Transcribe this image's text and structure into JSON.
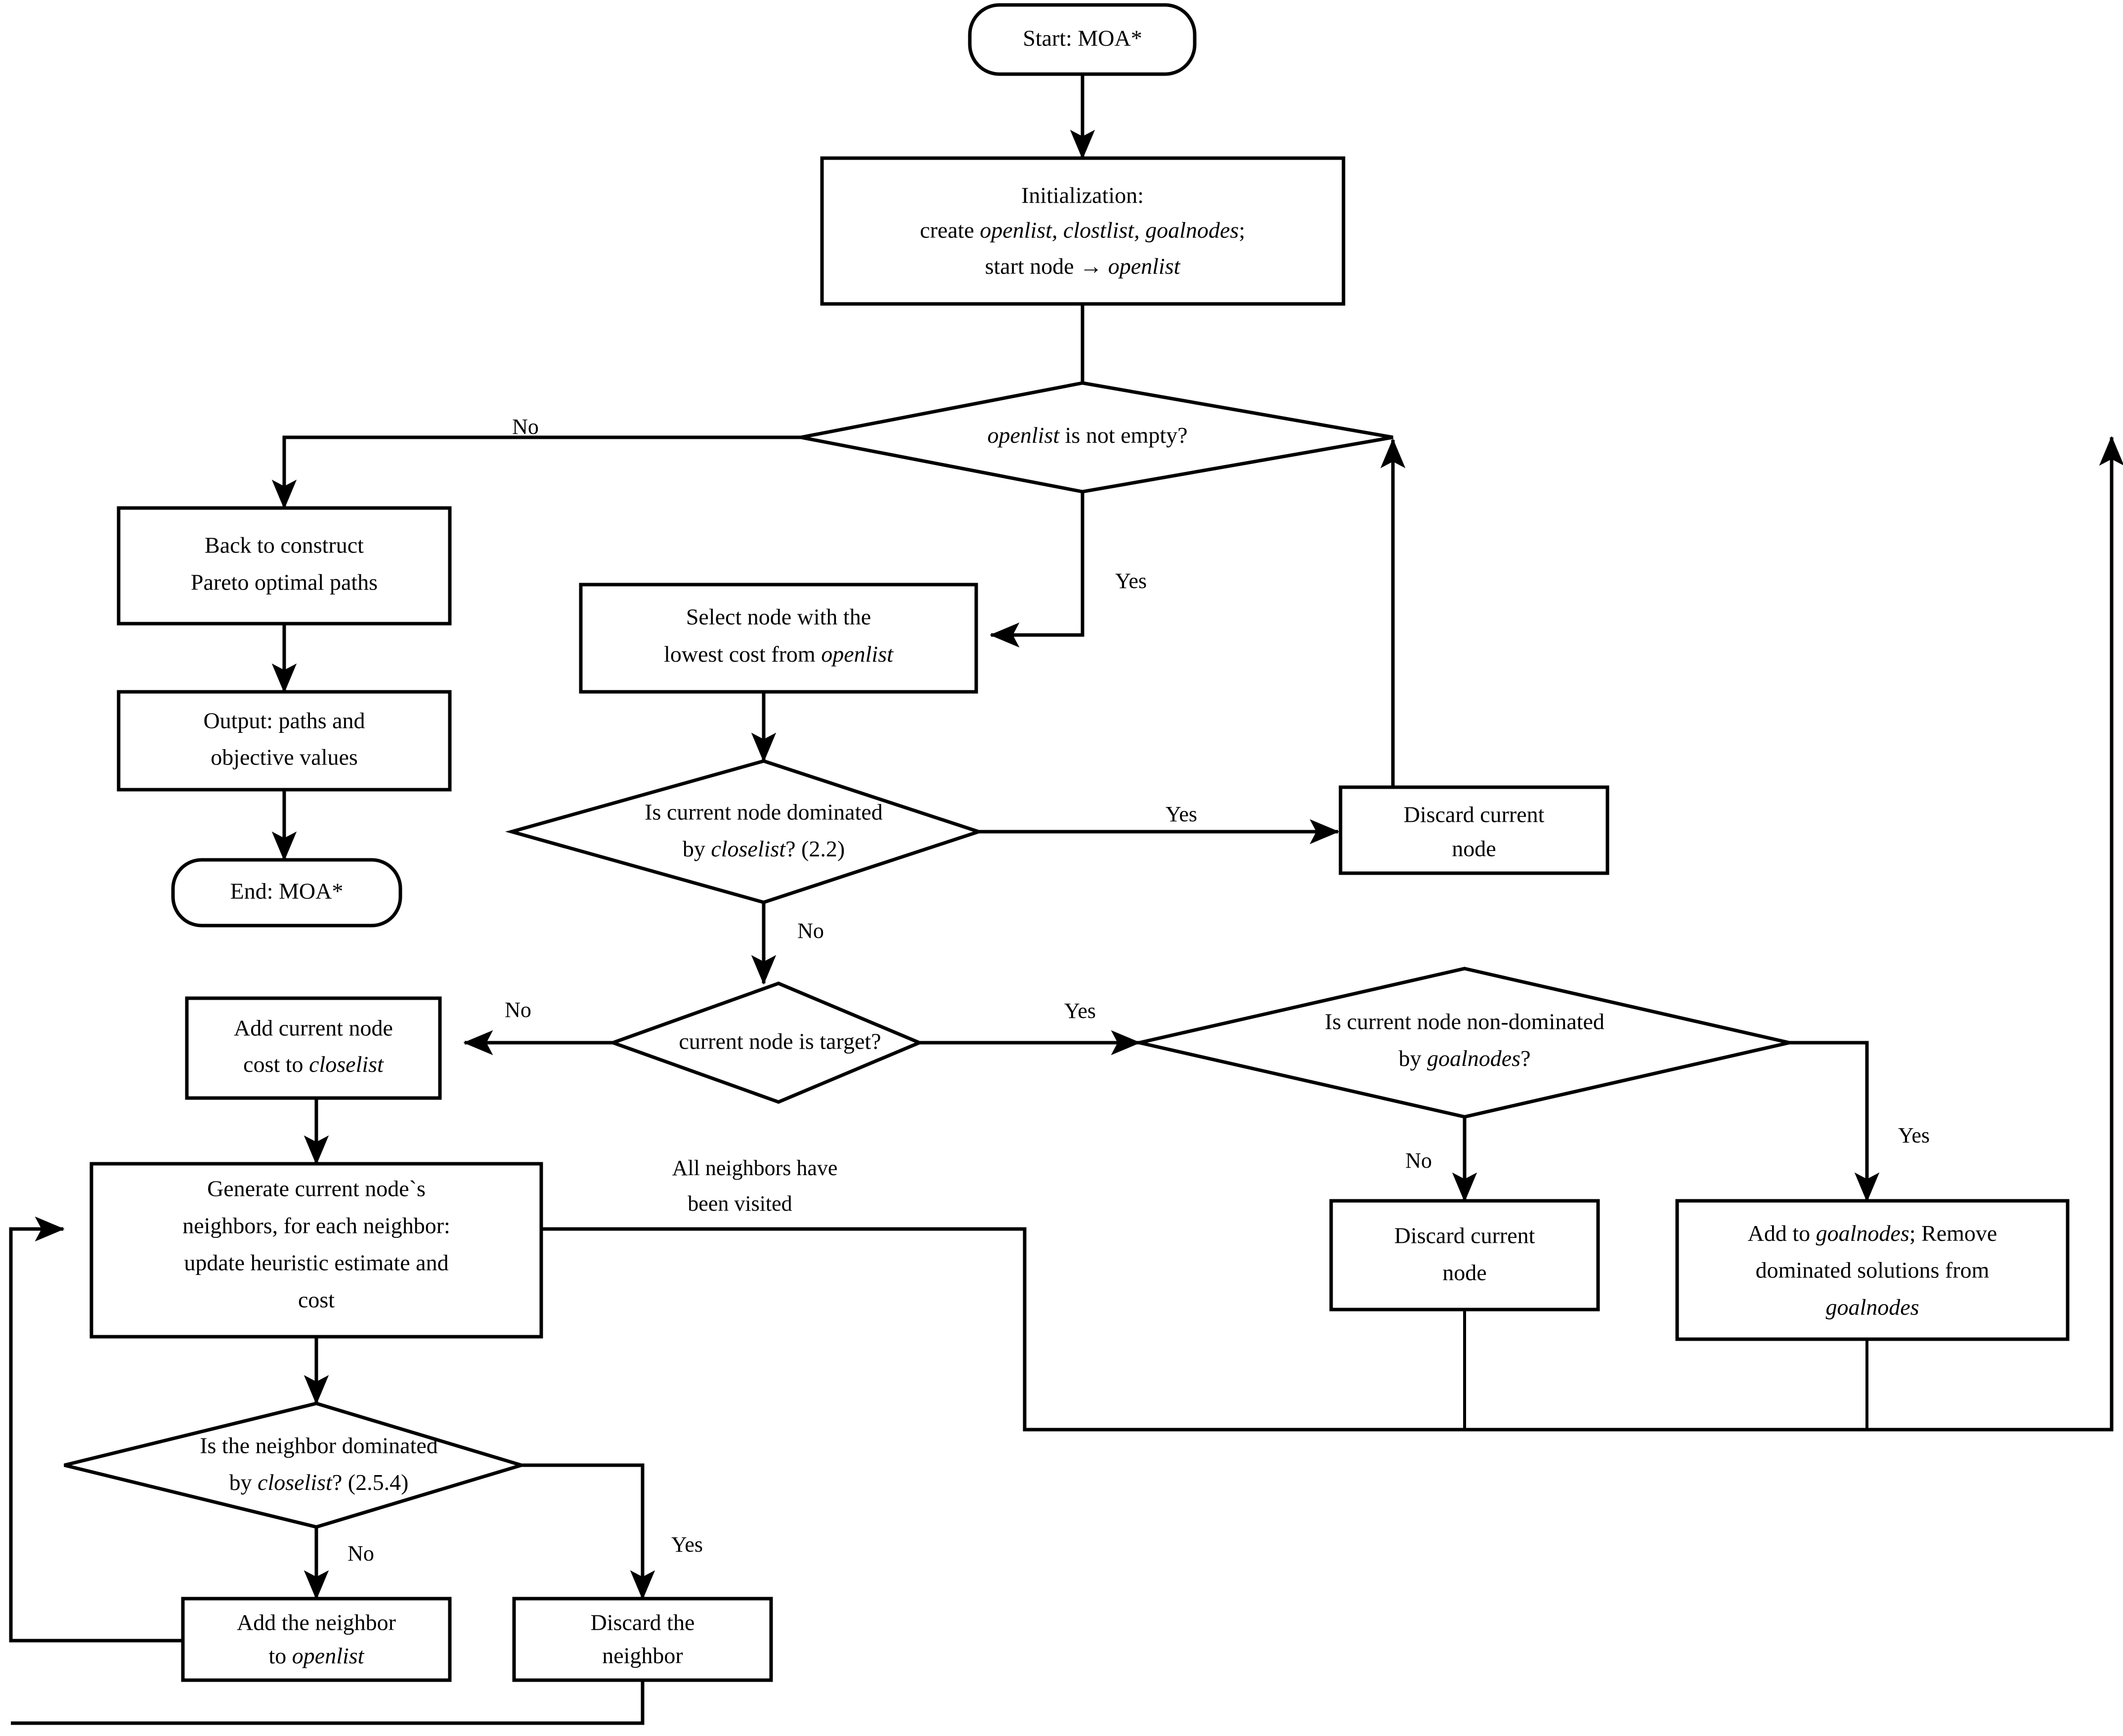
{
  "diagram": {
    "title": "MOA* algorithm flowchart",
    "colors": {
      "stroke": "#000000",
      "fill": "#ffffff",
      "text": "#000000"
    },
    "nodes": {
      "start": {
        "shape": "terminator",
        "label": "Start: MOA*"
      },
      "init": {
        "shape": "process",
        "lines": [
          "Initialization:",
          "create openlist, clostlist, goalnodes;",
          "start node → openlist"
        ]
      },
      "openlist_check": {
        "shape": "decision",
        "lines": [
          "openlist is not  empty?"
        ]
      },
      "back_construct": {
        "shape": "process",
        "lines": [
          "Back to construct",
          "Pareto optimal paths"
        ]
      },
      "output": {
        "shape": "process",
        "lines": [
          "Output: paths and",
          "objective values"
        ]
      },
      "end": {
        "shape": "terminator",
        "label": "End: MOA*"
      },
      "select_node": {
        "shape": "process",
        "lines": [
          "Select node with the",
          "lowest cost from openlist"
        ]
      },
      "dominated_close": {
        "shape": "decision",
        "lines": [
          "Is current node dominated",
          "by closelist? (2.2)"
        ]
      },
      "discard_current_1": {
        "shape": "process",
        "lines": [
          "Discard current",
          "node"
        ]
      },
      "is_target": {
        "shape": "decision",
        "lines": [
          "current node is target?"
        ]
      },
      "nondominated_goal": {
        "shape": "decision",
        "lines": [
          "Is current node non-dominated",
          "by goalnodes?"
        ]
      },
      "add_closelist": {
        "shape": "process",
        "lines": [
          "Add current node",
          "cost to closelist"
        ]
      },
      "discard_current_2": {
        "shape": "process",
        "lines": [
          "Discard current",
          "node"
        ]
      },
      "add_goalnodes": {
        "shape": "process",
        "lines": [
          "Add to goalnodes; Remove",
          "dominated solutions from",
          "goalnodes"
        ]
      },
      "generate_neighbors": {
        "shape": "process",
        "lines": [
          "Generate current node`s",
          "neighbors, for each neighbor:",
          "update heuristic estimate and",
          "cost"
        ]
      },
      "neighbor_dominated": {
        "shape": "decision",
        "lines": [
          "Is the neighbor dominated",
          "by closelist? (2.5.4)"
        ]
      },
      "add_neighbor": {
        "shape": "process",
        "lines": [
          "Add the neighbor",
          "to openlist"
        ]
      },
      "discard_neighbor": {
        "shape": "process",
        "lines": [
          "Discard the",
          "neighbor"
        ]
      }
    },
    "edge_labels": {
      "openlist_no": "No",
      "openlist_yes": "Yes",
      "dominated_yes": "Yes",
      "dominated_no": "No",
      "target_no": "No",
      "target_yes": "Yes",
      "goal_no": "No",
      "goal_yes": "Yes",
      "all_neighbors": [
        "All neighbors have",
        "been visited"
      ],
      "neighbor_no": "No",
      "neighbor_yes": "Yes"
    }
  }
}
